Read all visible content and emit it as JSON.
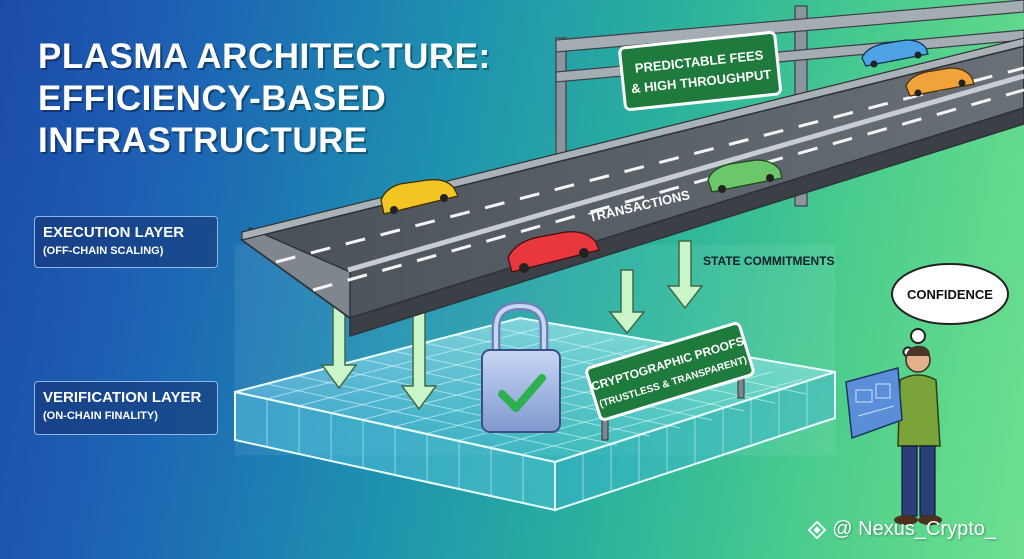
{
  "title": {
    "lines": [
      "PLASMA ARCHITECTURE:",
      "EFFICIENCY-BASED",
      "INFRASTRUCTURE"
    ]
  },
  "layers": {
    "execution": {
      "title": "EXECUTION LAYER",
      "subtitle": "(OFF-CHAIN SCALING)"
    },
    "verification": {
      "title": "VERIFICATION LAYER",
      "subtitle": "(ON-CHAIN FINALITY)"
    }
  },
  "highway_sign": {
    "line1": "PREDICTABLE FEES",
    "line2": "& HIGH THROUGHPUT"
  },
  "labels": {
    "transactions": "TRANSACTIONS",
    "state_commitments": "STATE COMMITMENTS",
    "confidence": "CONFIDENCE"
  },
  "proof_sign": {
    "line1": "CRYPTOGRAPHIC PROOFS",
    "line2": "(TRUSTLESS & TRANSPARENT)"
  },
  "watermark": {
    "text": "@ Nexus_Crypto_"
  },
  "icons": [
    "lock-icon",
    "check-icon",
    "car-icon",
    "person-icon",
    "thought-bubble-icon",
    "blueprint-icon"
  ],
  "colors": {
    "background_left": "#1c4aa8",
    "background_right": "#6fe08f",
    "sign_green": "#1f7a3e",
    "grid_glow": "#aef3ff",
    "lock_blue": "#9fb4e0",
    "check_green": "#2fb04e"
  }
}
